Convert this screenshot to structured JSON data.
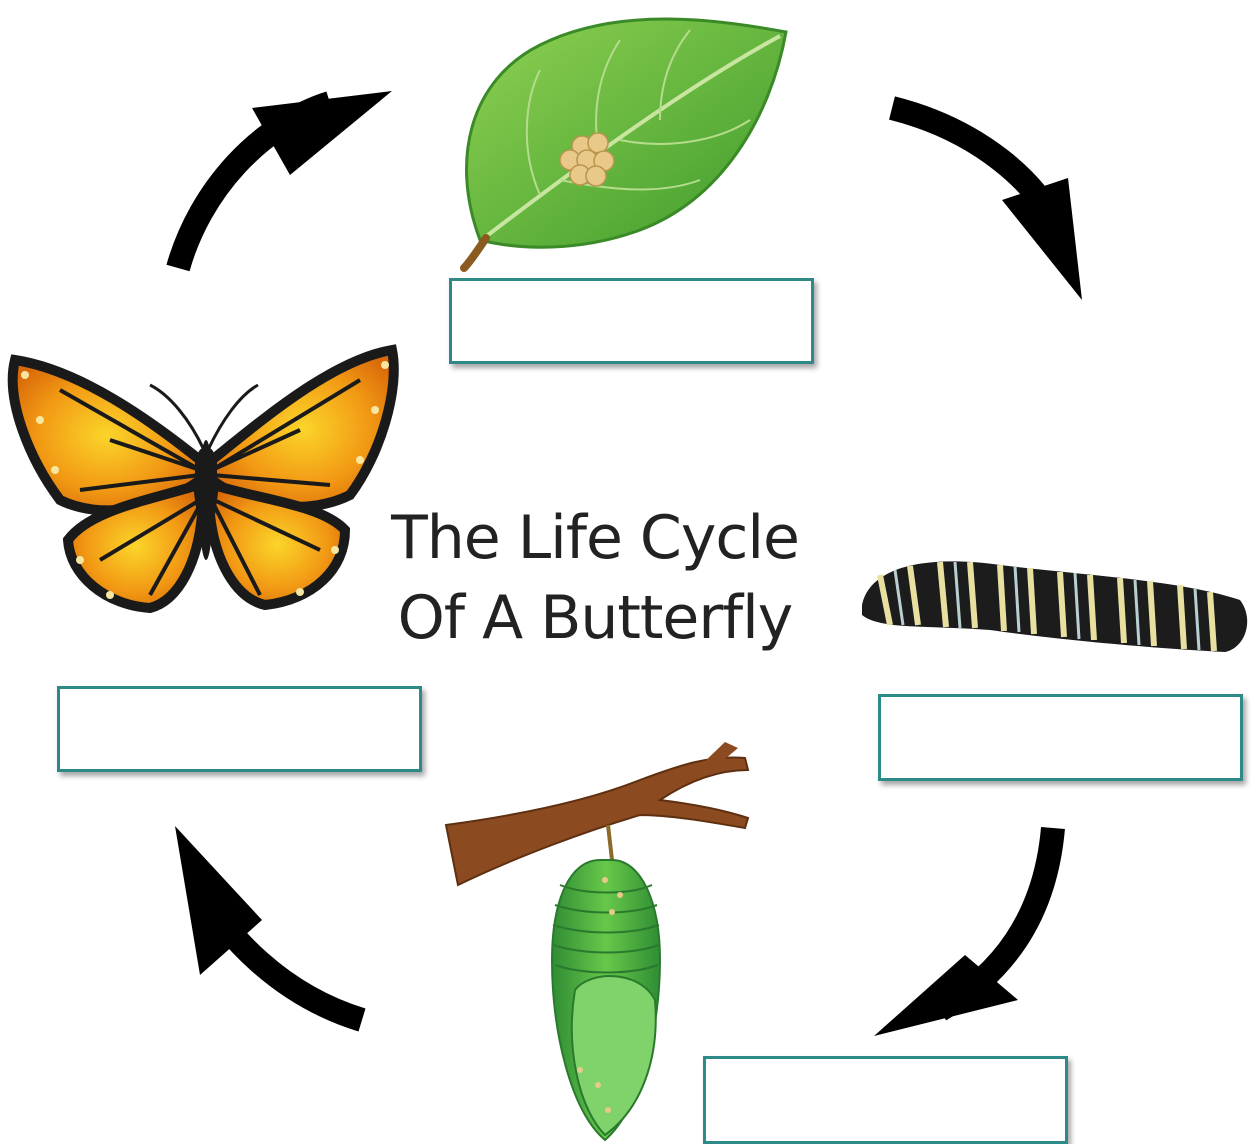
{
  "title": {
    "line1": "The Life Cycle",
    "line2": "Of A Butterfly"
  },
  "stages": [
    {
      "id": "egg",
      "answer": ""
    },
    {
      "id": "caterpillar",
      "answer": ""
    },
    {
      "id": "chrysalis",
      "answer": ""
    },
    {
      "id": "butterfly",
      "answer": ""
    }
  ],
  "colors": {
    "box_border": "#2e8a86",
    "arrow": "#000000",
    "leaf": "#6cbf3c",
    "eggs": "#e9c98a",
    "branch": "#8b4a1f",
    "chrysalis": "#4fb544",
    "butterfly_orange": "#f08a12",
    "butterfly_yellow": "#f8c51c"
  }
}
